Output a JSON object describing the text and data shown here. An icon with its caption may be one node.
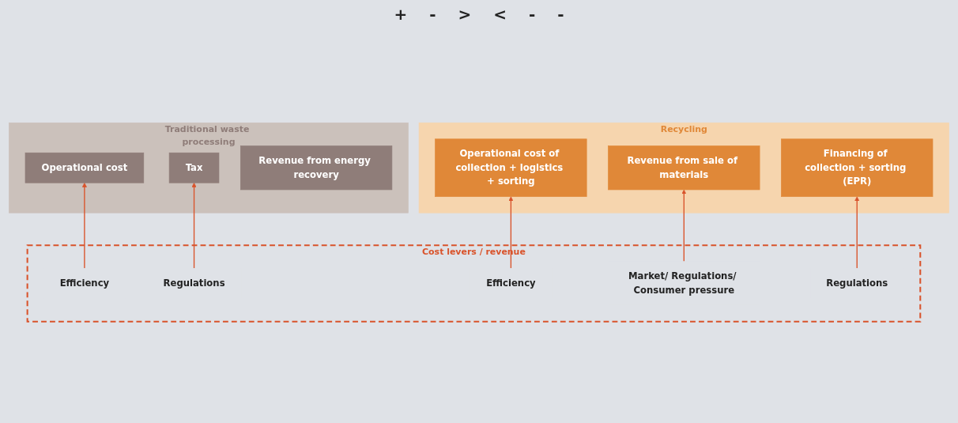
{
  "diagram": {
    "nodes": [
      {
        "text": [
          "Traditional waste processing"
        ]
      },
      {
        "text": [
          "Operational cost"
        ],
        "in": 0
      },
      {
        "text": [
          "Tax"
        ],
        "in": 0
      },
      {
        "text": [
          "Revenue from energy recovery"
        ],
        "in": 0
      },
      {
        "text": [
          "Recycling"
        ]
      },
      {
        "text": [
          "Operational cost of collection + logistics + sorting"
        ],
        "in": 4
      },
      {
        "text": [
          "Revenue from sale of materials"
        ],
        "in": 4
      },
      {
        "text": [
          "Financing of collection + sorting (EPR)"
        ],
        "in": 4
      },
      {
        "text": [
          "Cost levers / revenue"
        ]
      },
      {
        "text": [
          "Efficiency"
        ],
        "in": 8
      },
      {
        "text": [
          "Regulations"
        ],
        "in": 8
      },
      {
        "text": [
          "Efficiency"
        ],
        "in": 8
      },
      {
        "text": [
          "Market/ Regulations/ Consumer pressure"
        ],
        "in": 8
      },
      {
        "text": [
          "Regulations"
        ],
        "in": 8
      }
    ],
    "edges": [
      {
        "from": 9,
        "to": 1,
        "arrow": "to"
      },
      {
        "from": 10,
        "to": 2,
        "arrow": "to"
      },
      {
        "from": 11,
        "to": 5,
        "arrow": "to"
      },
      {
        "from": 12,
        "to": 6,
        "arrow": "to"
      },
      {
        "from": 13,
        "to": 7,
        "arrow": "to"
      }
    ],
    "labels": [
      "+",
      "-",
      ">",
      "<",
      "-",
      "-"
    ]
  }
}
